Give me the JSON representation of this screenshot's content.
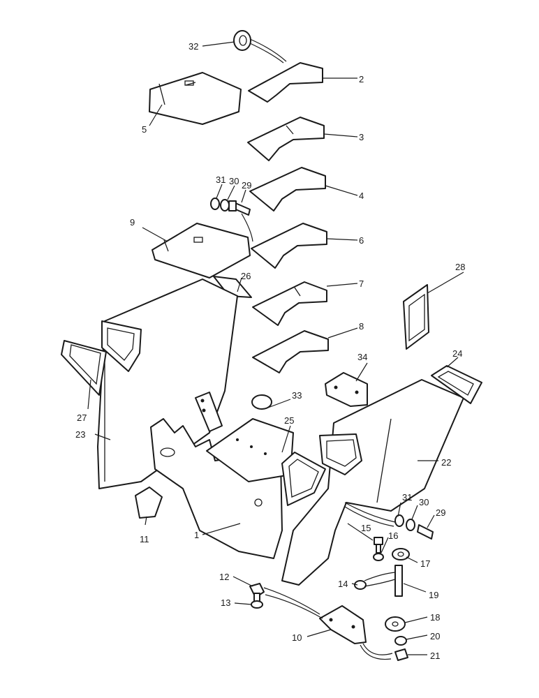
{
  "diagram": {
    "callouts": {
      "n1": "1",
      "n2": "2",
      "n3": "3",
      "n4": "4",
      "n5": "5",
      "n6": "6",
      "n7": "7",
      "n8": "8",
      "n9": "9",
      "n10": "10",
      "n11": "11",
      "n12": "12",
      "n13": "13",
      "n14": "14",
      "n15": "15",
      "n16": "16",
      "n17": "17",
      "n18": "18",
      "n19": "19",
      "n20": "20",
      "n21": "21",
      "n22": "22",
      "n23": "23",
      "n24": "24",
      "n25": "25",
      "n26": "26",
      "n27": "27",
      "n28": "28",
      "n29a": "29",
      "n29b": "29",
      "n30a": "30",
      "n30b": "30",
      "n31a": "31",
      "n31b": "31",
      "n32": "32",
      "n33": "33",
      "n34": "34"
    }
  }
}
